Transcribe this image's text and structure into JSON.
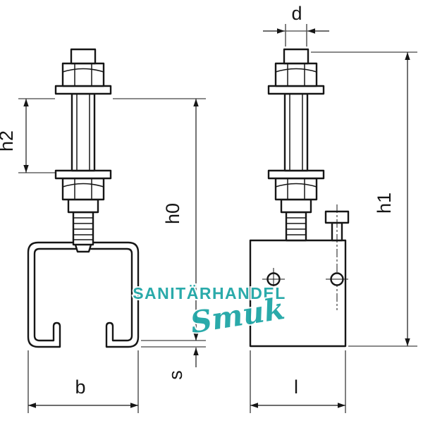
{
  "drawing": {
    "type": "technical-dimension-drawing",
    "views": [
      "front-view-c-rail-with-suspension-bolt",
      "side-view-mounting-block-with-suspension-bolt"
    ]
  },
  "labels": {
    "d": "d",
    "h2": "h2",
    "h0": "h0",
    "h1": "h1",
    "b": "b",
    "s": "s",
    "l": "l"
  },
  "watermark": {
    "line1": "SANITÄRHANDEL",
    "line2": "Smuk",
    "color": "#1fa6a6"
  },
  "colors": {
    "line": "#161616",
    "background": "#ffffff",
    "watermark": "#1fa6a6"
  }
}
